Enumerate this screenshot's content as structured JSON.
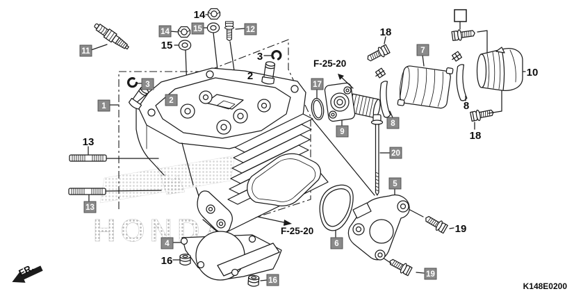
{
  "diagram": {
    "code": "K148E0200",
    "front_label": "FR.",
    "watermark": "HONDA",
    "reference_top": "F-25-20",
    "reference_bottom": "F-25-20"
  },
  "colors": {
    "callout_box_bg": "#8a8a8a",
    "callout_box_text": "#ffffff",
    "line_art": "#1b1b1b",
    "watermark_dot": "#b9b9b9"
  },
  "callouts": {
    "boxed": [
      {
        "text": "11"
      },
      {
        "text": "14"
      },
      {
        "text": "15"
      },
      {
        "text": "12"
      },
      {
        "text": "3"
      },
      {
        "text": "2"
      },
      {
        "text": "1"
      },
      {
        "text": "13"
      },
      {
        "text": "4"
      },
      {
        "text": "16"
      },
      {
        "text": "17"
      },
      {
        "text": "9"
      },
      {
        "text": "7"
      },
      {
        "text": "8"
      },
      {
        "text": "20"
      },
      {
        "text": "5"
      },
      {
        "text": "6"
      },
      {
        "text": "19"
      }
    ],
    "plain": [
      {
        "text": "14"
      },
      {
        "text": "15"
      },
      {
        "text": "13"
      },
      {
        "text": "16"
      },
      {
        "text": "3"
      },
      {
        "text": "2"
      },
      {
        "text": "18"
      },
      {
        "text": "18"
      },
      {
        "text": "8"
      },
      {
        "text": "10"
      },
      {
        "text": "19"
      }
    ]
  }
}
